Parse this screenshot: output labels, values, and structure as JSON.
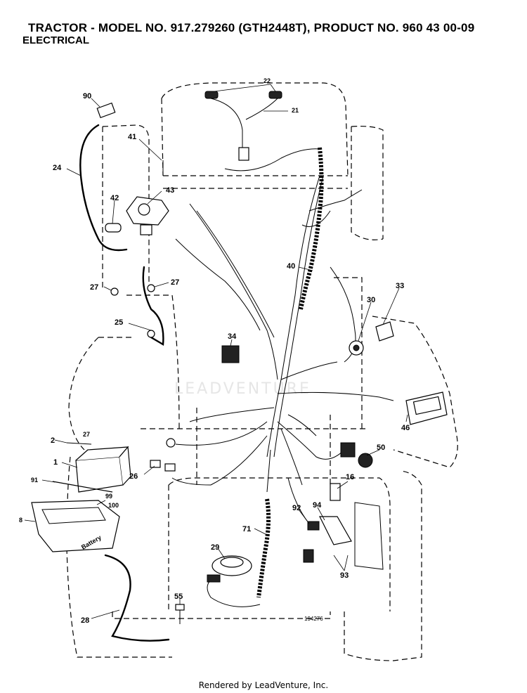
{
  "header": {
    "title": "TRACTOR - MODEL NO. 917.279260 (GTH2448T), PRODUCT NO. 960 43 00-09",
    "subtitle": "ELECTRICAL"
  },
  "diagram": {
    "watermark": "LEADVENTURE",
    "drawing_number": "194276",
    "callouts": [
      "90",
      "24",
      "41",
      "43",
      "42",
      "22",
      "21",
      "40",
      "27",
      "27",
      "25",
      "34",
      "33",
      "30",
      "46",
      "2",
      "27",
      "1",
      "91",
      "99",
      "100",
      "8",
      "26",
      "50",
      "16",
      "94",
      "92",
      "71",
      "29",
      "93",
      "28",
      "55"
    ],
    "battery_label": "Battery"
  },
  "footer": {
    "credit": "Rendered by LeadVenture, Inc."
  }
}
